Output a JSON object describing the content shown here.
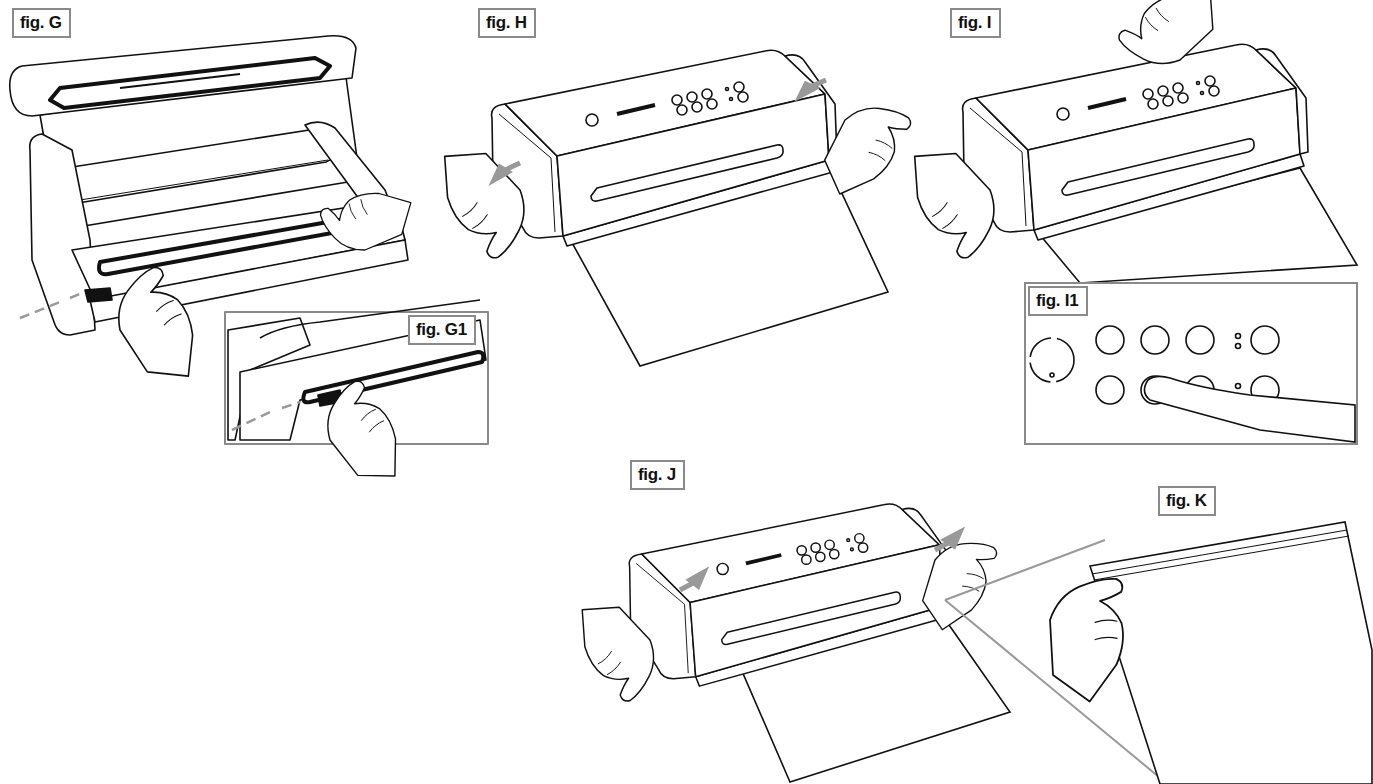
{
  "diagram": {
    "nodes": [
      {
        "text": [
          "fig. G"
        ]
      },
      {
        "text": [
          "fig. G1"
        ]
      },
      {
        "text": [
          "fig. H"
        ]
      },
      {
        "text": [
          "fig. I"
        ]
      },
      {
        "text": [
          "fig. I1"
        ]
      },
      {
        "text": [
          "fig. J"
        ]
      },
      {
        "text": [
          "fig. K"
        ]
      }
    ]
  }
}
